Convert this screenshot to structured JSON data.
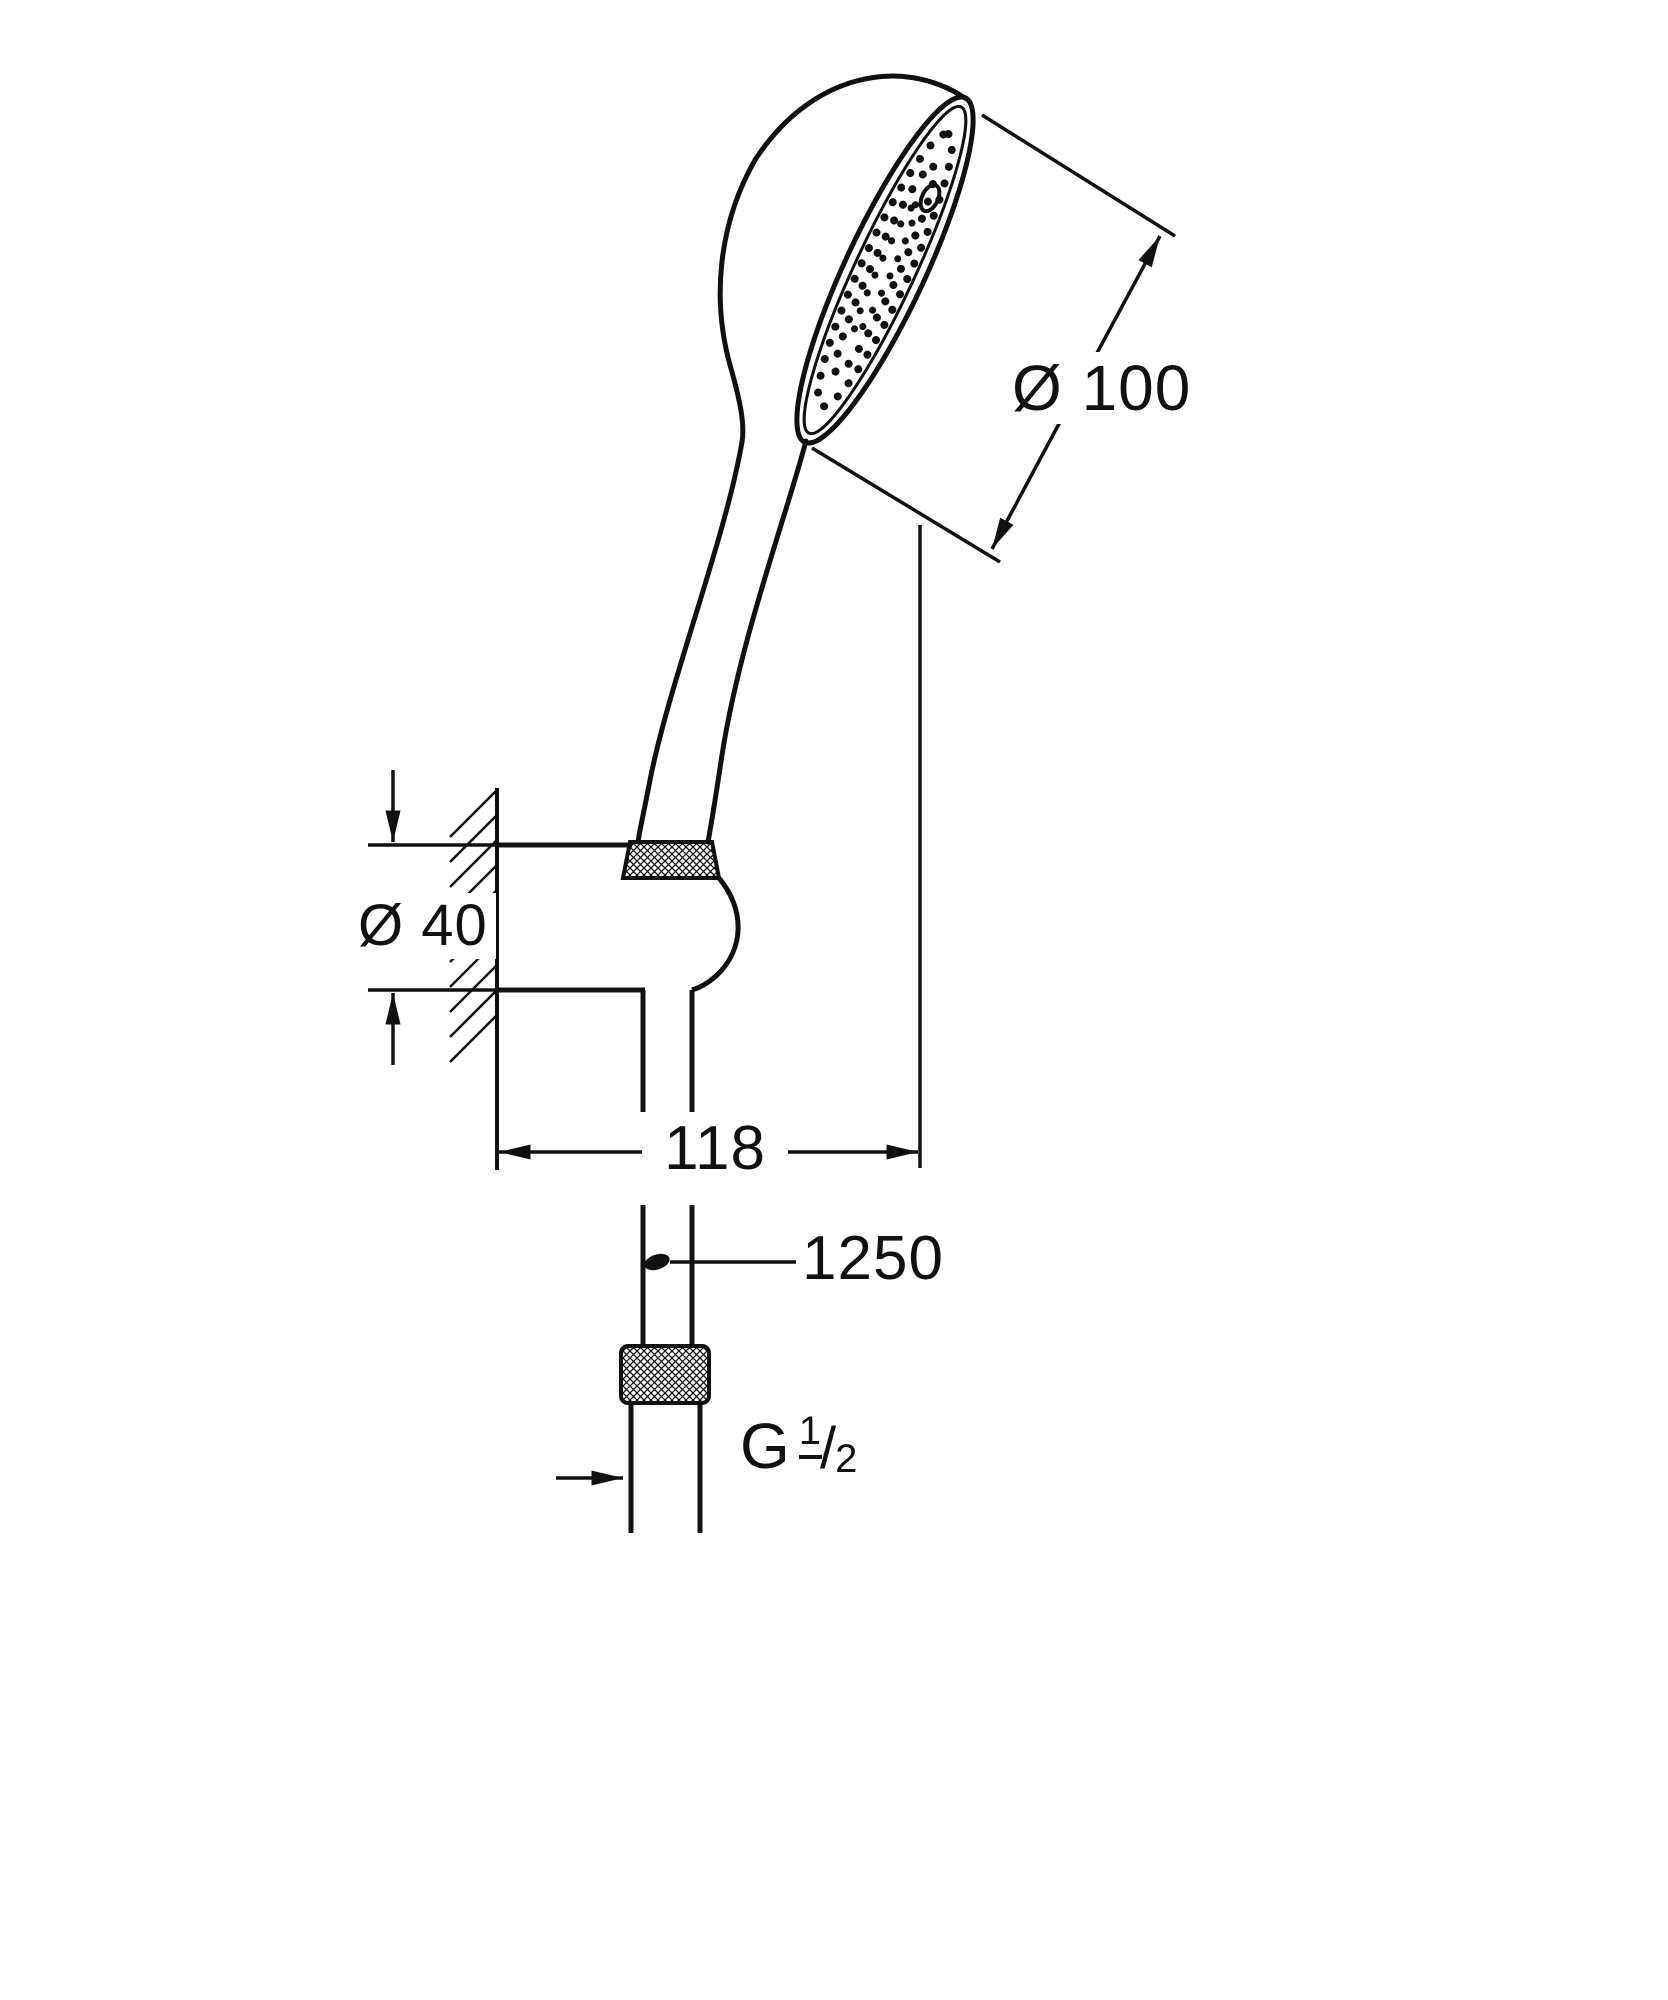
{
  "labels": {
    "head_diameter": "Ø 100",
    "holder_diameter": "Ø 40",
    "offset_width": "118",
    "hose_length": "1250",
    "thread": {
      "base": "G",
      "numerator": "1",
      "slash": "/",
      "denominator": "2"
    }
  }
}
